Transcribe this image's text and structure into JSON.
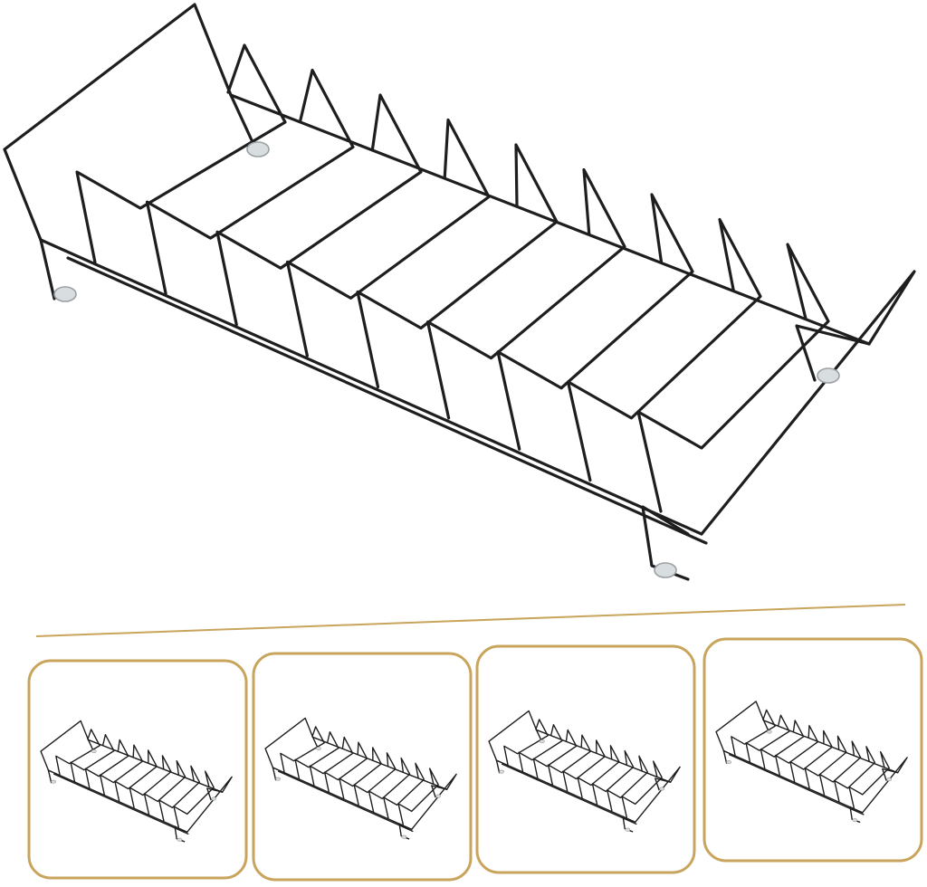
{
  "product": {
    "divider_count": 9,
    "wire_color": "#1e1e1e",
    "foot_color": "#d8dde0"
  },
  "gallery": {
    "accent_color": "#c9a45c",
    "thumbnails": [
      {
        "view": "side-angle"
      },
      {
        "view": "front"
      },
      {
        "view": "front-low"
      },
      {
        "view": "top-angle"
      }
    ]
  }
}
